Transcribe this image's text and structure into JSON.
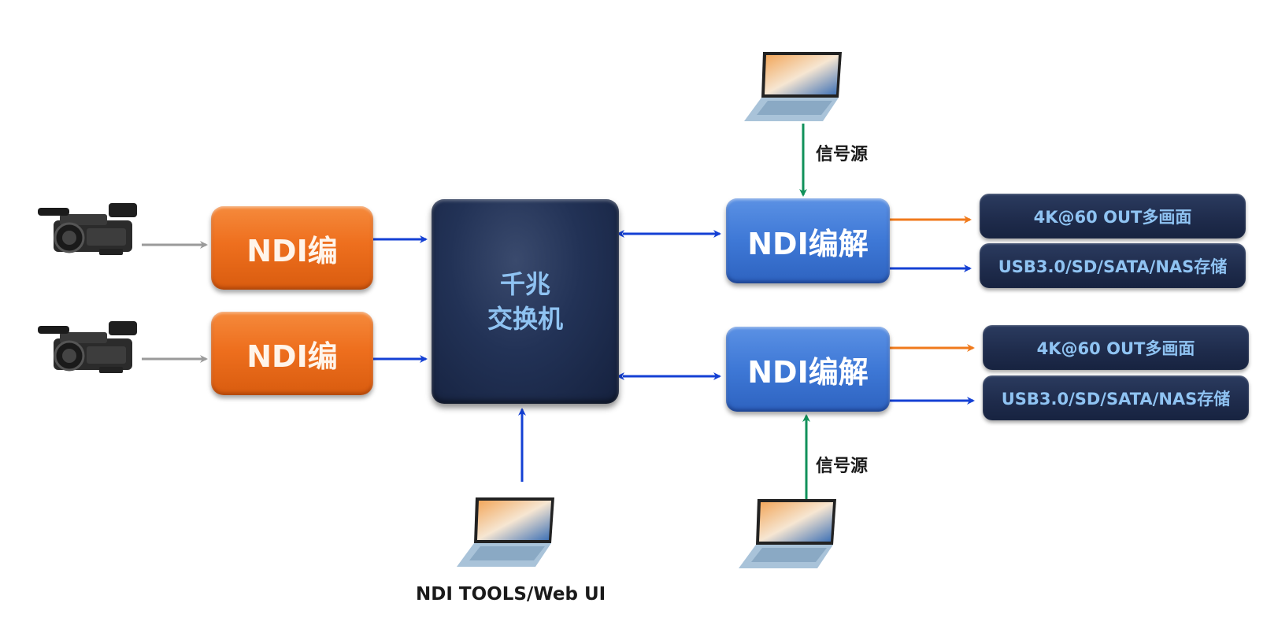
{
  "switch": {
    "line1": "千兆",
    "line2": "交换机"
  },
  "encoders": [
    {
      "label": "NDI编"
    },
    {
      "label": "NDI编"
    }
  ],
  "codecs": [
    {
      "label": "NDI编解"
    },
    {
      "label": "NDI编解"
    }
  ],
  "outputs": {
    "top": [
      {
        "label": "4K@60 OUT多画面"
      },
      {
        "label": "USB3.0/SD/SATA/NAS存储"
      }
    ],
    "bottom": [
      {
        "label": "4K@60 OUT多画面"
      },
      {
        "label": "USB3.0/SD/SATA/NAS存储"
      }
    ]
  },
  "labels": {
    "signal_top": "信号源",
    "signal_bottom": "信号源",
    "tools": "NDI TOOLS/Web UI"
  },
  "colors": {
    "encoder": "#ee6f1e",
    "switch": "#1e2b4b",
    "codec": "#3e78d6",
    "output": "#1e2b4b",
    "arrow_blue": "#1440d4",
    "arrow_orange": "#f07a1c",
    "arrow_green": "#10915a",
    "arrow_gray": "#9a9a9a"
  },
  "icons": [
    "camcorder-icon",
    "laptop-icon"
  ]
}
